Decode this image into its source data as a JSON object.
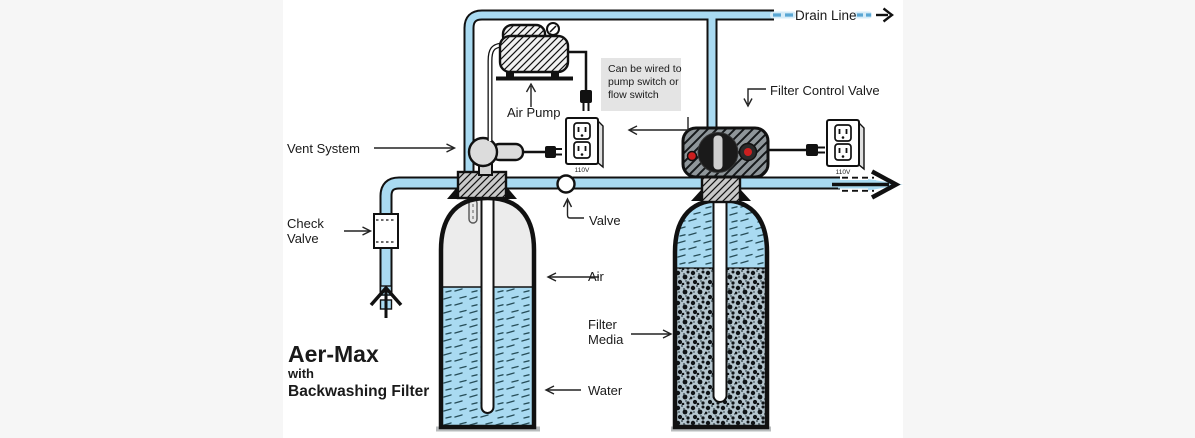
{
  "page": {
    "background": "#f6f6f6",
    "canvas_background": "#ffffff"
  },
  "colors": {
    "pipe_blue": "#a9daf1",
    "drain_dash_blue": "#5aa7d4",
    "water_blue": "#a9daf1",
    "air_fill_gray": "#ececec",
    "filter_media_gray": "#b4c5ce",
    "note_box_gray": "#e4e4e4",
    "indicator_red": "#cc1f1f",
    "outline_black": "#111111"
  },
  "labels": {
    "drain_line": "Drain Line",
    "air_pump": "Air Pump",
    "vent_system": "Vent System",
    "valve": "Valve",
    "filter_control_valve": "Filter Control Valve",
    "air": "Air",
    "water": "Water",
    "outlet_voltage": "110V",
    "check_valve_lines": [
      "Check",
      "Valve"
    ],
    "filter_media_lines": [
      "Filter",
      "Media"
    ],
    "note_lines": [
      "Can be wired to",
      "pump switch or",
      "flow switch"
    ],
    "brand_lines": [
      "Aer-Max",
      "with",
      "Backwashing Filter"
    ]
  }
}
